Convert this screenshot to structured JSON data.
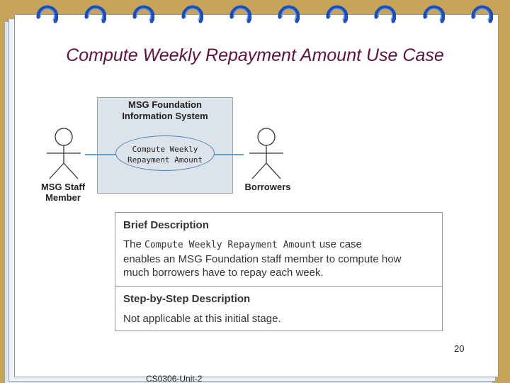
{
  "slide": {
    "title": "Compute Weekly Repayment Amount Use Case",
    "page_number": "20",
    "footer": "CS0306-Unit-2"
  },
  "diagram": {
    "system_name_line1": "MSG Foundation",
    "system_name_line2": "Information System",
    "use_case_line1": "Compute Weekly",
    "use_case_line2": "Repayment Amount",
    "actor_left_line1": "MSG Staff",
    "actor_left_line2": "Member",
    "actor_right": "Borrowers"
  },
  "description": {
    "brief_heading": "Brief Description",
    "brief_prefix": "The",
    "brief_use_case": "Compute Weekly Repayment Amount",
    "brief_line1_suffix": "use case",
    "brief_line2": "enables an MSG Foundation staff member to compute how",
    "brief_line3": "much borrowers have to repay each week.",
    "step_heading": "Step-by-Step Description",
    "step_body": "Not applicable at this initial stage."
  },
  "colors": {
    "background": "#c8a45a",
    "title": "#5c1340",
    "ring": "#1b4fb8",
    "system_box": "#dde3ea",
    "association": "#5ba3d0"
  }
}
